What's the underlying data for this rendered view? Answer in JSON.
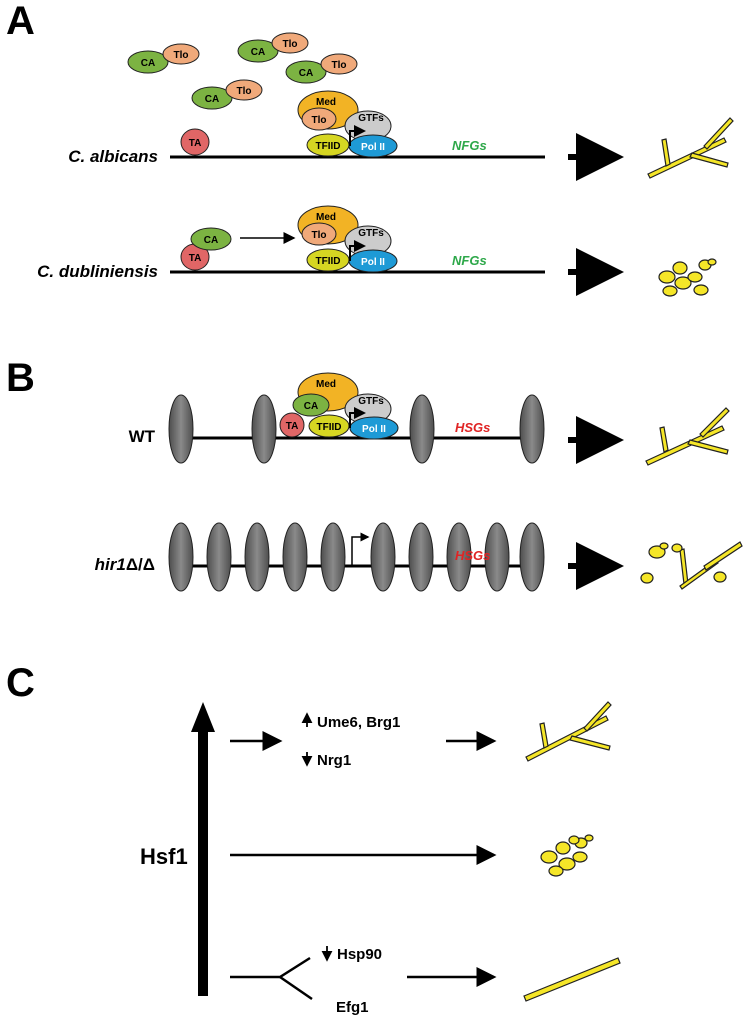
{
  "panels": {
    "a": "A",
    "b": "B",
    "c": "C"
  },
  "panel_a": {
    "strain1": "C. albicans",
    "strain2": "C. dubliniensis",
    "genes": "NFGs",
    "ca": "CA",
    "tlo": "Tlo",
    "ta": "TA",
    "med": "Med",
    "gtfs": "GTFs",
    "tfiid": "TFIID",
    "pol": "Pol II"
  },
  "panel_b": {
    "wt": "WT",
    "mut_gene": "hir1",
    "mut_suffix": "Δ/Δ",
    "genes": "HSGs",
    "ca": "CA",
    "ta": "TA",
    "med": "Med",
    "gtfs": "GTFs",
    "tfiid": "TFIID",
    "pol": "Pol II"
  },
  "panel_c": {
    "hsf1": "Hsf1",
    "ume6_brg1": "Ume6, Brg1",
    "nrg1": "Nrg1",
    "hsp90": "Hsp90",
    "efg1": "Efg1"
  },
  "colors": {
    "ca": "#7cb342",
    "tlo": "#f0a97a",
    "ta": "#e06666",
    "med": "#f2b325",
    "gtfs": "#cccccc",
    "tfiid": "#d6d622",
    "pol": "#1e9ad6",
    "nfgs": "#2ea84a",
    "hsgs": "#e02424",
    "cell": "#f5e628",
    "nucleosome": "#777777"
  }
}
